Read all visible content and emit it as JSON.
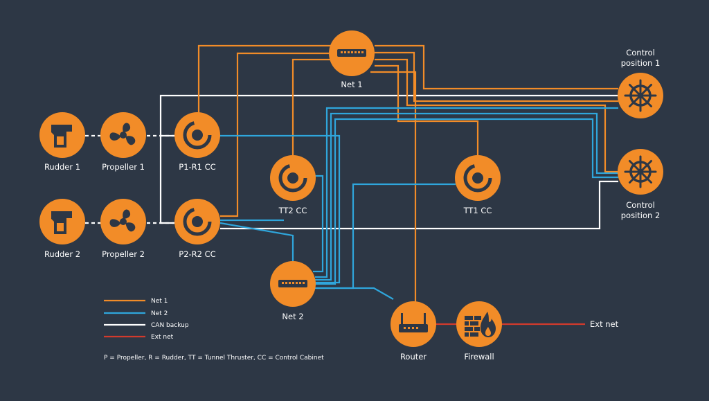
{
  "colors": {
    "background": "#2d3745",
    "node": "#f28c28",
    "net1": "#f28c28",
    "net2": "#2fa6dc",
    "can_backup": "#ffffff",
    "ext_net": "#d23a2c"
  },
  "nodes": {
    "rudder1": {
      "label": "Rudder 1",
      "icon": "rudder-icon"
    },
    "propeller1": {
      "label": "Propeller 1",
      "icon": "propeller-icon"
    },
    "p1r1": {
      "label": "P1-R1 CC",
      "icon": "control-cabinet-icon"
    },
    "rudder2": {
      "label": "Rudder 2",
      "icon": "rudder-icon"
    },
    "propeller2": {
      "label": "Propeller 2",
      "icon": "propeller-icon"
    },
    "p2r2": {
      "label": "P2-R2 CC",
      "icon": "control-cabinet-icon"
    },
    "tt2": {
      "label": "TT2 CC",
      "icon": "control-cabinet-icon"
    },
    "tt1": {
      "label": "TT1 CC",
      "icon": "control-cabinet-icon"
    },
    "net1": {
      "label": "Net 1",
      "icon": "network-switch-icon"
    },
    "net2": {
      "label": "Net 2",
      "icon": "network-switch-icon"
    },
    "router": {
      "label": "Router",
      "icon": "router-icon"
    },
    "firewall": {
      "label": "Firewall",
      "icon": "firewall-icon"
    },
    "cp1": {
      "label_line1": "Control",
      "label_line2": "position 1",
      "icon": "ship-wheel-icon"
    },
    "cp2": {
      "label_line1": "Control",
      "label_line2": "position 2",
      "icon": "ship-wheel-icon"
    }
  },
  "ext_net_label": "Ext net",
  "legend": {
    "items": [
      {
        "label": "Net 1",
        "color": "#f28c28"
      },
      {
        "label": "Net 2",
        "color": "#2fa6dc"
      },
      {
        "label": "CAN backup",
        "color": "#ffffff"
      },
      {
        "label": "Ext net",
        "color": "#d23a2c"
      }
    ],
    "footnote": "P = Propeller, R = Rudder, TT = Tunnel Thruster, CC = Control Cabinet"
  }
}
